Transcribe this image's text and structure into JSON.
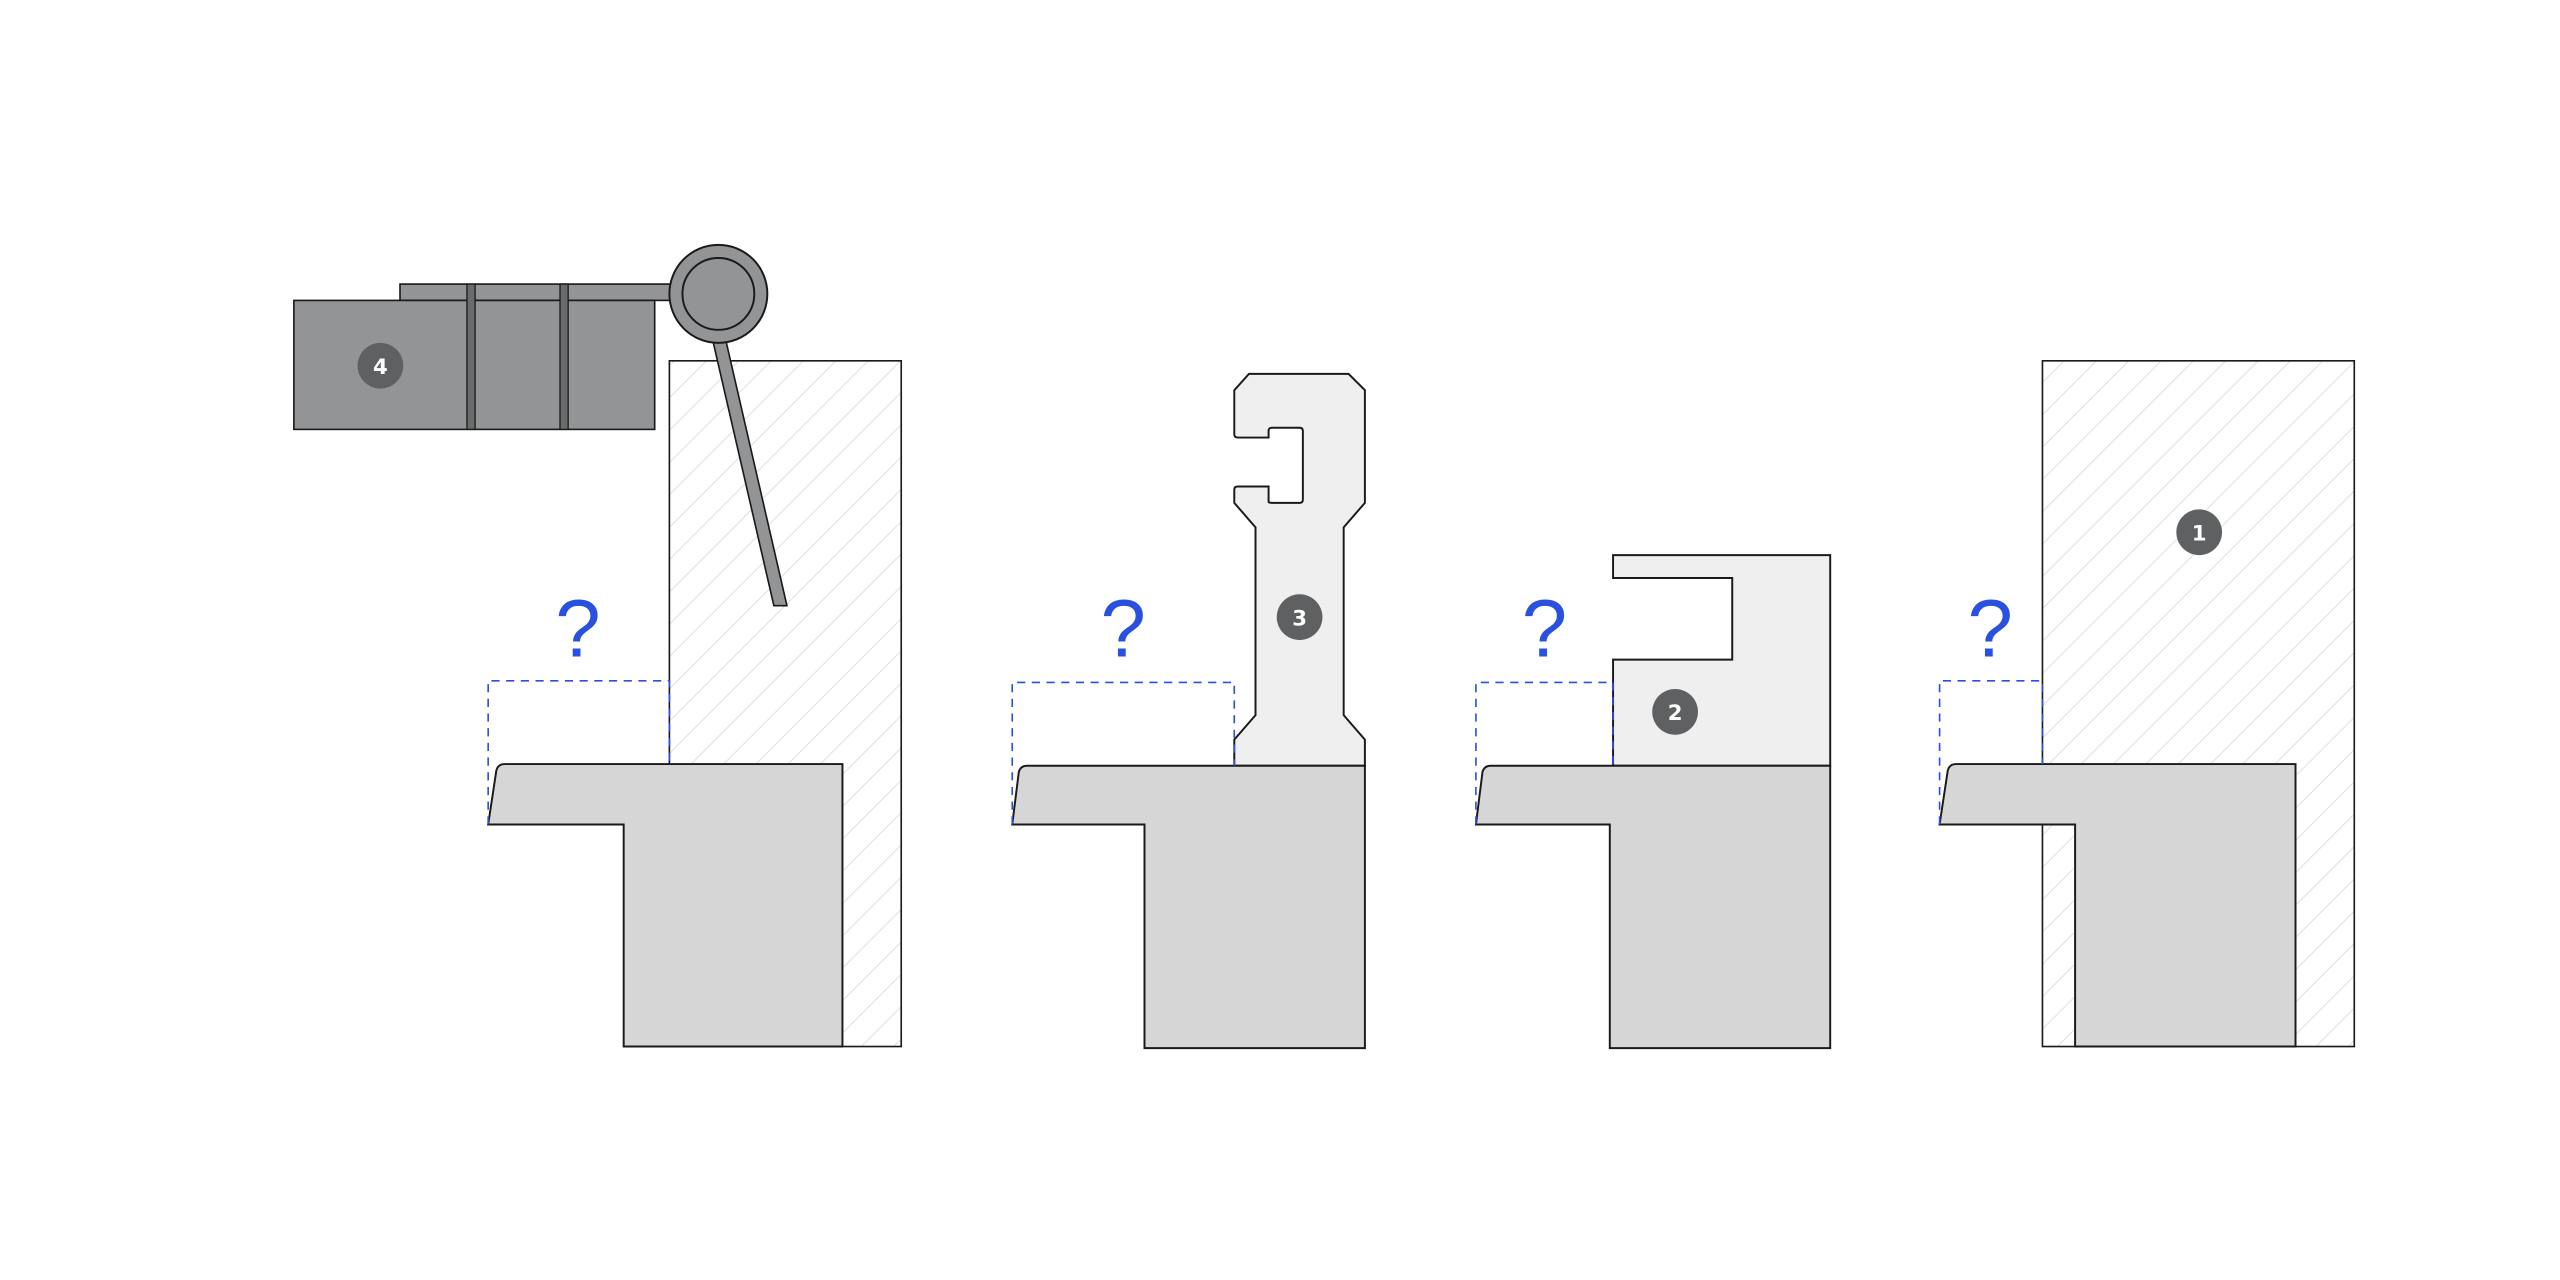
{
  "colors": {
    "accent": "#2a50e0",
    "badge": "#5f6062",
    "dark_part": "#939496",
    "light_part": "#efefef",
    "base": "#d6d6d6",
    "outline": "#1a1a1a",
    "hatch": "#d8d8d8"
  },
  "panels": [
    {
      "badge": "4",
      "question": "?"
    },
    {
      "badge": "3",
      "question": "?"
    },
    {
      "badge": "2",
      "question": "?"
    },
    {
      "badge": "1",
      "question": "?"
    }
  ]
}
